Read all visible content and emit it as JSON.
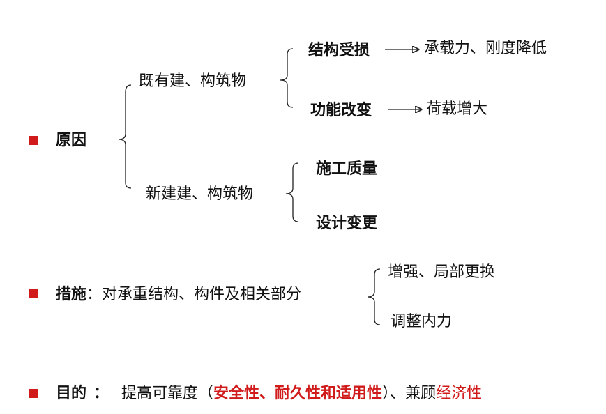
{
  "colors": {
    "bullet": "#d11b1b",
    "highlight": "#d11b1b",
    "text": "#111111"
  },
  "cause": {
    "label": "原因",
    "existing": {
      "label": "既有建、构筑物",
      "item1": {
        "label": "结构受损",
        "result": "承载力、刚度降低"
      },
      "item2": {
        "label": "功能改变",
        "result": "荷载增大"
      }
    },
    "new_build": {
      "label": "新建建、构筑物",
      "item1": "施工质量",
      "item2": "设计变更"
    }
  },
  "measures": {
    "label": "措施",
    "colon": "：",
    "desc": "对承重结构、构件及相关部分",
    "option1": "增强、局部更换",
    "option2": "调整内力"
  },
  "purpose": {
    "label": "目的",
    "colon": "：",
    "text1": "提高可靠度（",
    "highlight1": "安全性、耐久性和适用性",
    "text2": "）、兼顾",
    "highlight2": "经济性"
  }
}
